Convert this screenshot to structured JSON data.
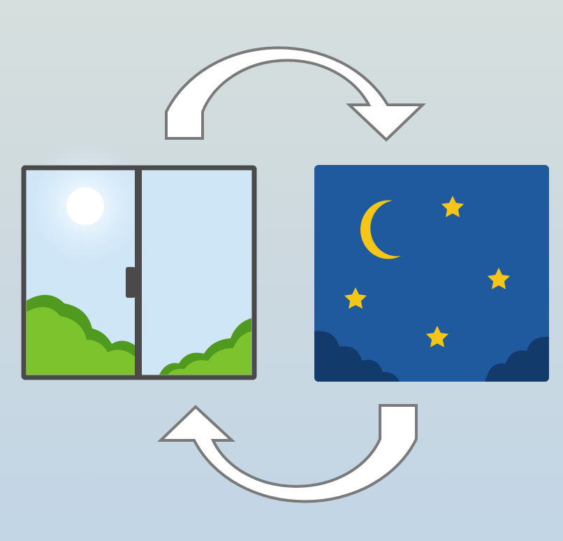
{
  "diagram": {
    "nodes": [
      {
        "id": "day",
        "icon": "window-daytime-icon"
      },
      {
        "id": "night",
        "icon": "night-sky-icon"
      }
    ],
    "edges": [
      {
        "from": "day",
        "to": "night",
        "icon": "curved-arrow-right-icon"
      },
      {
        "from": "night",
        "to": "day",
        "icon": "curved-arrow-left-icon"
      }
    ]
  },
  "colors": {
    "background_top": "#d6dfdd",
    "background_bottom": "#c2d6e6",
    "arrow_fill": "#ffffff",
    "arrow_stroke": "#7a7a7a",
    "window_frame": "#4a4a4a",
    "day_sky": "#cfe6f7",
    "sun": "#ffffff",
    "tree_dark": "#4f9a1f",
    "tree_light": "#7cc32e",
    "night_sky": "#1f5a9e",
    "night_cloud": "#123a6b",
    "moon_star": "#f5c518"
  }
}
